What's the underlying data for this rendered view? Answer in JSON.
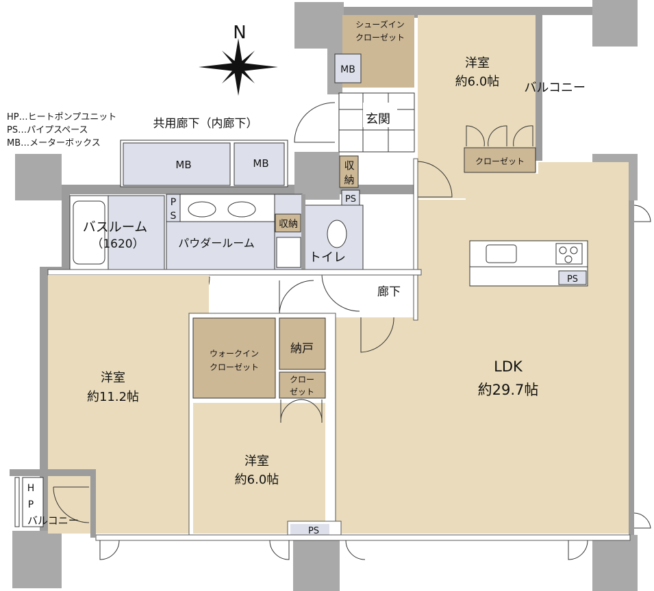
{
  "compass": {
    "label": "N"
  },
  "legend": [
    "HP…ヒートポンプユニット",
    "PS…パイプスペース",
    "MB…メーターボックス"
  ],
  "corridor_label": "共用廊下（内廊下）",
  "rooms": {
    "shoes_closet": [
      "シューズイン",
      "クローゼット"
    ],
    "mb_entrance": "MB",
    "entrance": "玄関",
    "western_top": {
      "name": "洋室",
      "size": "約6.0帖"
    },
    "balcony_top": "バルコニー",
    "closet_top": "クローゼット",
    "mb_1": "MB",
    "mb_2": "MB",
    "storage_entrance": [
      "収",
      "納"
    ],
    "ps_entrance": "PS",
    "bathroom": {
      "name": "バスルーム",
      "size": "（1620）"
    },
    "ps_bath": [
      "P",
      "S"
    ],
    "powder_room": "パウダールーム",
    "storage_powder": "収納",
    "toilet": "トイレ",
    "hallway": "廊下",
    "kitchen_ps": "PS",
    "ldk": {
      "name": "LDK",
      "size": "約29.7帖"
    },
    "western_left": {
      "name": "洋室",
      "size": "約11.2帖"
    },
    "walkin_closet": [
      "ウォークイン",
      "クローゼット"
    ],
    "nando": "納戸",
    "closet_mid": [
      "クロー",
      "ゼット"
    ],
    "western_bottom": {
      "name": "洋室",
      "size": "約6.0帖"
    },
    "ps_bottom": "PS",
    "hp_balcony": {
      "h": "H",
      "p": "P",
      "label": "バルコニー"
    }
  },
  "colors": {
    "room": "#e9dbbb",
    "closet": "#cdb896",
    "wet": "#dde0ea",
    "wall": "#9c9c9c",
    "column": "#a9a9a9"
  }
}
